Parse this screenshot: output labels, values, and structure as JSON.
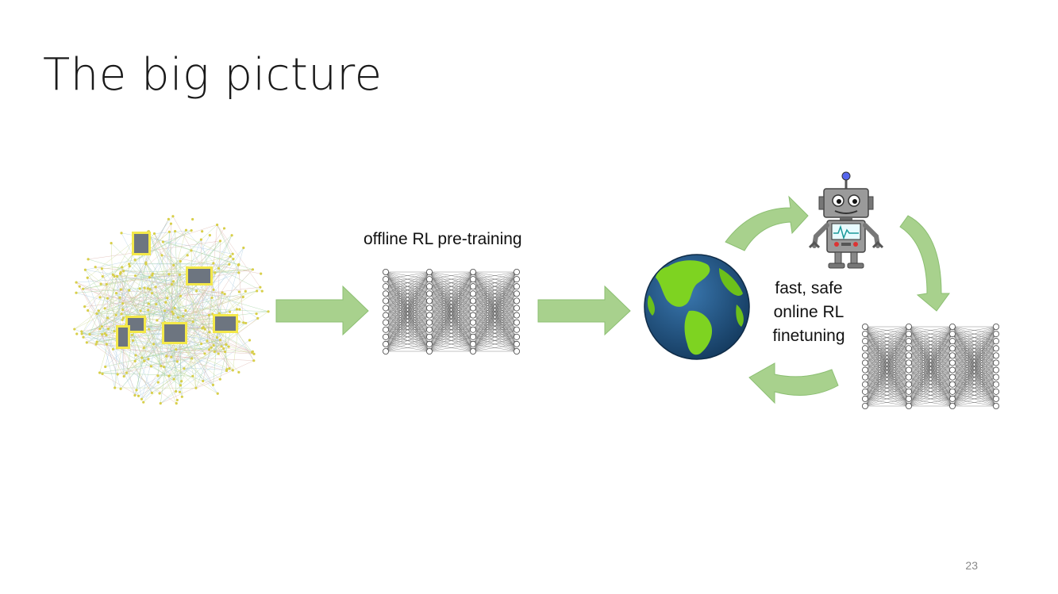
{
  "slide": {
    "title": "The big picture",
    "page_number": "23"
  },
  "labels": {
    "pretraining": "offline RL pre-training",
    "finetune_line1": "fast, safe",
    "finetune_line2": "online RL",
    "finetune_line3": "finetuning"
  },
  "colors": {
    "arrow_fill": "#a8d18d",
    "arrow_stroke": "#7fb068",
    "ocean": "#1f4e7a",
    "land": "#7ed321",
    "robot_body": "#8e8e8e",
    "graph_frame": "#f0e040"
  },
  "icons": {
    "data_graph": "knowledge-graph-icon",
    "network": "neural-network-icon",
    "globe": "earth-globe-icon",
    "robot": "robot-icon"
  }
}
